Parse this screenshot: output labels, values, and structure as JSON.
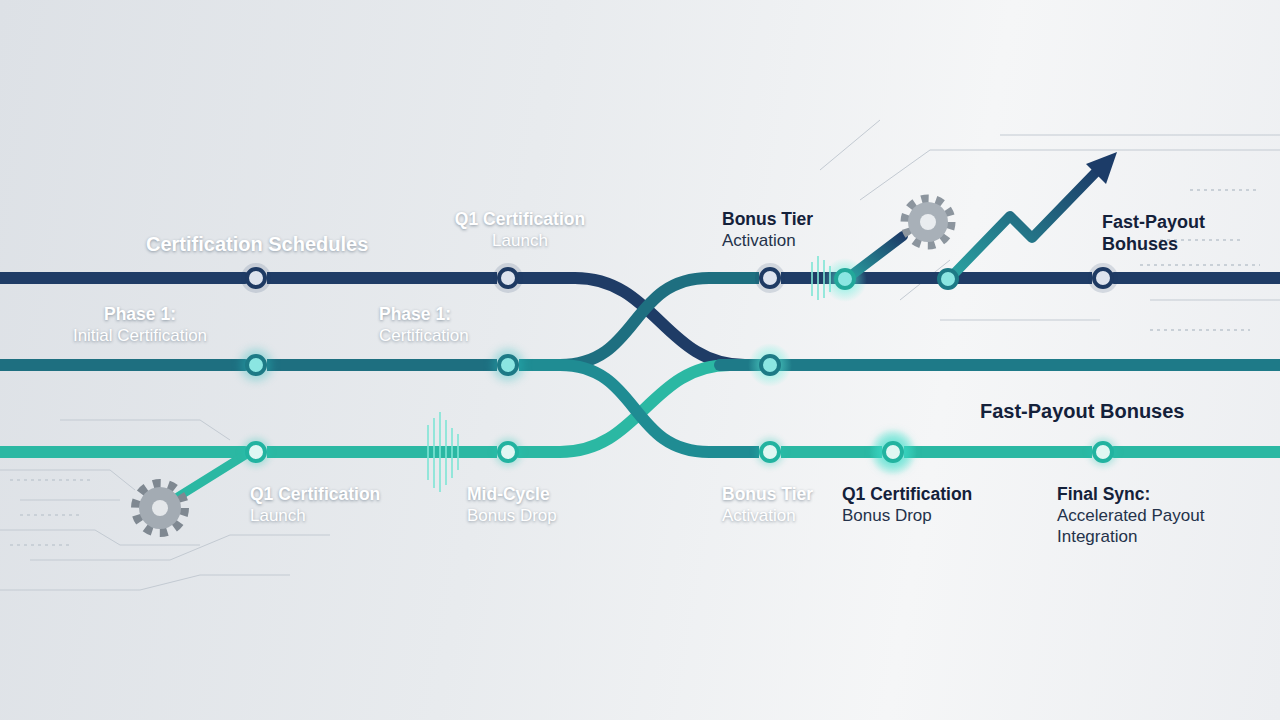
{
  "diagram": {
    "nodes": [
      {
        "text": [
          "Certification Schedules"
        ]
      },
      {
        "text": [
          "Q1 Certification",
          "Launch"
        ]
      },
      {
        "text": [
          "Bonus Tier",
          "Activation"
        ]
      },
      {
        "text": [
          "Fast-Payout Bohuses"
        ]
      },
      {
        "text": [
          "Phase 1:",
          "Initial Certification"
        ]
      },
      {
        "text": [
          "Phase 1:",
          "Certification"
        ]
      },
      {
        "text": [
          "Q1 Certification",
          "Launch"
        ]
      },
      {
        "text": [
          "Mid-Cycle",
          "Bonus Drop"
        ]
      },
      {
        "text": [
          "Bonus Tier",
          "Activation"
        ]
      },
      {
        "text": [
          "Q1 Certification",
          "Bonus Drop"
        ]
      },
      {
        "text": [
          "Final Sync:",
          "Accelerated Payout Integration"
        ]
      }
    ],
    "edges": [
      {
        "from": 0,
        "to": 1,
        "arrow": "none"
      },
      {
        "from": 4,
        "to": 5,
        "arrow": "none"
      },
      {
        "from": 6,
        "to": 7,
        "arrow": "none"
      },
      {
        "from": 5,
        "to": 2,
        "arrow": "none"
      },
      {
        "from": 5,
        "to": 8,
        "arrow": "none"
      },
      {
        "from": 2,
        "to": 3,
        "arrow": "none"
      },
      {
        "from": 8,
        "to": 9,
        "arrow": "none"
      },
      {
        "from": 9,
        "to": 10,
        "arrow": "none"
      }
    ],
    "labels": [
      "Fast-Payout Bonuses"
    ]
  }
}
